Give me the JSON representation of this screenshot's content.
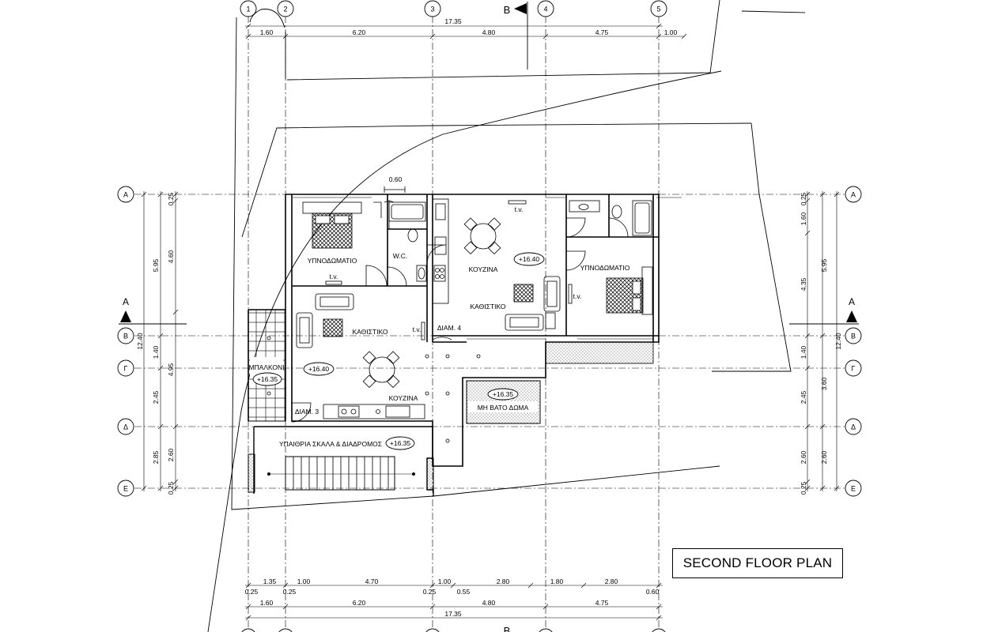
{
  "title": "SECOND FLOOR PLAN",
  "grid_columns": [
    "1",
    "2",
    "3",
    "4",
    "5"
  ],
  "grid_rows": [
    "Α",
    "Β",
    "Γ",
    "Δ",
    "Ε"
  ],
  "section_marks": {
    "horizontal": "Α",
    "vertical": "Β"
  },
  "top_dims": {
    "total": "17.35",
    "segments": [
      "1.60",
      "6.20",
      "4.80",
      "4.75",
      "1.00"
    ],
    "door_width": "0.60"
  },
  "bottom_dims": {
    "row1": [
      "1.35",
      "1.00",
      "4.70",
      "1.00",
      "2.80",
      "1.80",
      "2.80"
    ],
    "row1_small": [
      "0.25",
      "0.25",
      "0.25",
      "0.55",
      "0.60"
    ],
    "row2": [
      "1.60",
      "6.20",
      "4.80",
      "4.75"
    ],
    "total": "17.35"
  },
  "left_dims": {
    "outer": "12.40",
    "mid": [
      "5.95",
      "1.40",
      "2.45",
      "2.85"
    ],
    "inner": [
      "0.25",
      "4.60",
      "4.95",
      "2.60",
      "0.25"
    ]
  },
  "right_dims": {
    "inner": [
      "0.25",
      "1.60",
      "4.35",
      "1.40",
      "2.45",
      "2.60",
      "0.25"
    ],
    "mid": [
      "5.95",
      "3.60",
      "2.60"
    ],
    "outer": "12.40"
  },
  "rooms": {
    "bedroom_left": "ΥΠΝΟΔΩΜΑΤΙΟ",
    "bedroom_right": "ΥΠΝΟΔΩΜΑΤΙΟ",
    "wc": "W.C.",
    "living_left": "ΚΑΘΙΣΤΙΚΟ",
    "living_right": "ΚΑΘΙΣΤΙΚΟ",
    "kitchen_left": "ΚΟΥΖΙΝΑ",
    "kitchen_right": "ΚΟΥΖΙΝΑ",
    "balcony": "ΜΠΑΛΚΟΝΙ",
    "stair": "ΥΠΑΙΘΡΙΑ ΣΚΑΛΑ & ΔΙΑΔΡΟΜΟΣ",
    "roof": "ΜΗ ΒΑΤΟ ΔΩΜΑ",
    "apt3": "ΔΙΑΜ. 3",
    "apt4": "ΔΙΑΜ. 4",
    "tv": "t.v."
  },
  "levels": {
    "kitchen_right": "+16.40",
    "living_left": "+16.40",
    "balcony": "+16.35",
    "stair": "+16.35",
    "roof": "+16.35"
  }
}
